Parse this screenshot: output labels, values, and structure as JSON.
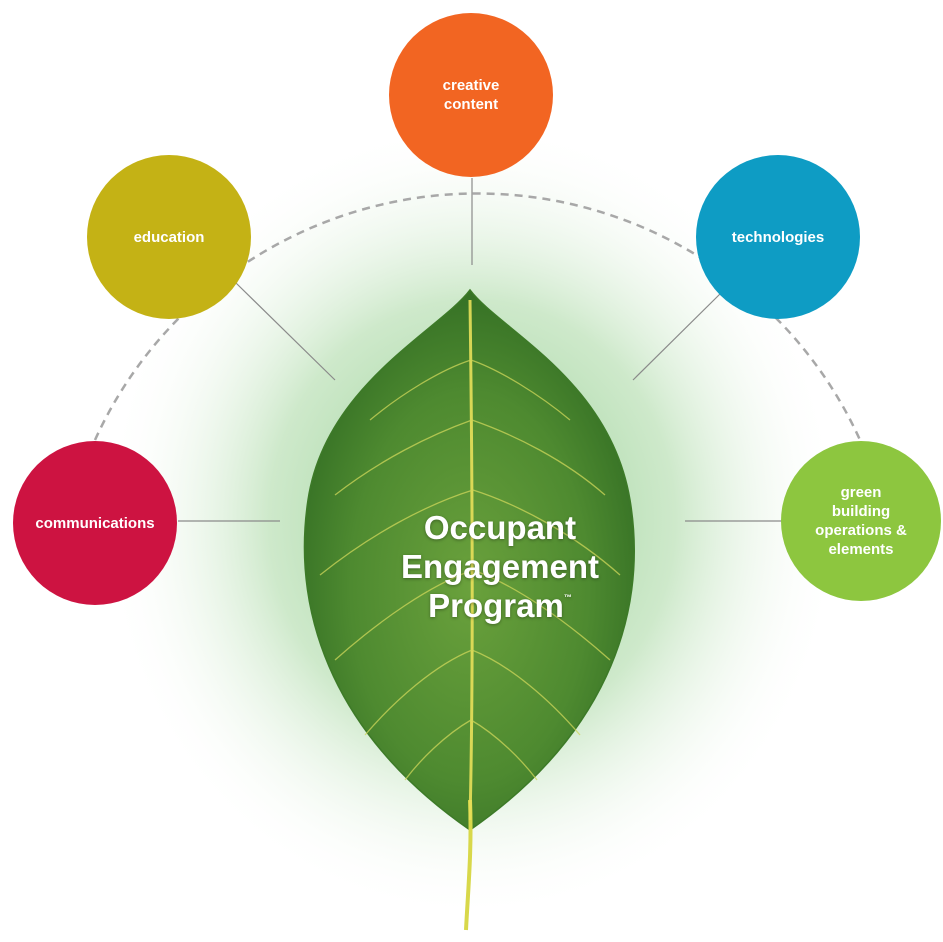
{
  "diagram": {
    "center": {
      "lines": [
        "Occupant",
        "Engagement",
        "Program"
      ],
      "trademark": "™"
    },
    "nodes": [
      {
        "id": "creative-content",
        "label": "creative\ncontent",
        "color": "#f26522"
      },
      {
        "id": "education",
        "label": "education",
        "color": "#c4b215"
      },
      {
        "id": "technologies",
        "label": "technologies",
        "color": "#0e9cc4"
      },
      {
        "id": "communications",
        "label": "communications",
        "color": "#cd1341"
      },
      {
        "id": "green-building",
        "label": "green\nbuilding\noperations &\nelements",
        "color": "#8dc63f"
      }
    ],
    "colors": {
      "leaf_dark": "#3e7d2a",
      "leaf_light": "#6fa33c",
      "vein": "#e8e05a",
      "glow": "#9fd29a",
      "dashed_arc": "#a8a8a8",
      "connector": "#8a8a8a"
    }
  }
}
